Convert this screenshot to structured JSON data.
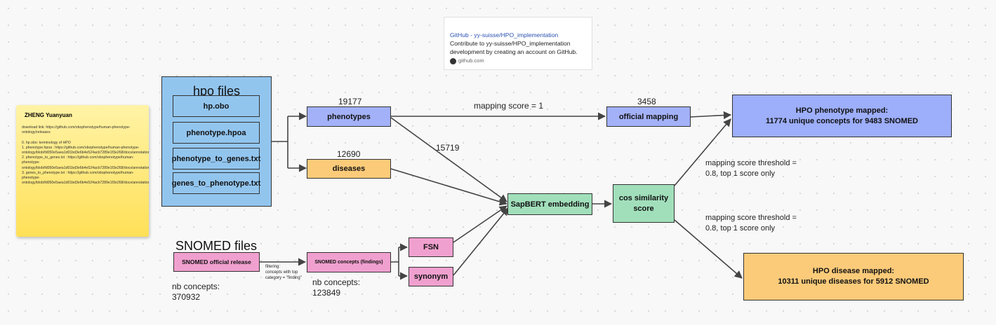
{
  "note": {
    "title": "ZHENG Yuanyuan",
    "text": "download link: https://github.com/obophenotype/human-phenotype-ontology/releases\n\n0. hp.obo: terminology of HPO\n1. phenotype.hpoa : https://github.com/obophenotype/human-phenotype-ontology/blob/fd050e5aea1d01bd3e6b4e524acb7289e1f3e268/docs/annotations/genes_to_phenotype.md\n2. phenotype_to_genes.txt : https://github.com/obophenotype/human-phenotype-ontology/blob/fd050e5aea1d01bd3e6b4e524acb7289e1f3e268/docs/annotations/phenotype_to_genes.md\n3. genes_to_phenotype.txt : https://github.com/obophenotype/human-phenotype-ontology/blob/fd050e5aea1d01bd3e6b4e524acb7289e1f3e268/docs/annotations/genes_to_phenotype.md"
  },
  "link_card": {
    "title": "GitHub - yy-suisse/HPO_implementation",
    "description": "Contribute to yy-suisse/HPO_implementation development by creating an account on GitHub.",
    "source": "github.com"
  },
  "hpo": {
    "title": "hpo files",
    "files": [
      "hp.obo",
      "phenotype.hpoa",
      "phenotype_to_genes.txt",
      "genes_to_phenotype.txt"
    ]
  },
  "nodes": {
    "phenotypes": "phenotypes",
    "diseases": "diseases",
    "official_mapping": "official mapping",
    "sapbert": "SapBERT embedding",
    "cos_similarity": "cos similarity score",
    "fsn": "FSN",
    "synonym": "synonym",
    "snomed_release": "SNOMED official release",
    "snomed_concepts": "SNOMED concepts (findings)",
    "result_phenotype_l1": "HPO phenotype mapped:",
    "result_phenotype_l2": "11774 unique concepts for 9483 SNOMED",
    "result_disease_l1": "HPO disease mapped:",
    "result_disease_l2": "10311 unique diseases for 5912 SNOMED"
  },
  "labels": {
    "phenotypes_count": "19177",
    "diseases_count": "12690",
    "official_count": "3458",
    "to_sapbert_count": "15719",
    "mapping_score": "mapping score = 1",
    "threshold_top_l1": "mapping score threshold =",
    "threshold_top_l2": "0.8, top 1 score only",
    "threshold_bottom_l1": "mapping score threshold =",
    "threshold_bottom_l2": "0.8, top 1 score only",
    "snomed_title": "SNOMED files",
    "nb_concepts_1_l1": "nb concepts:",
    "nb_concepts_1_l2": "370932",
    "nb_concepts_2_l1": "nb concepts:",
    "nb_concepts_2_l2": "123849",
    "filtering_l1": "filtering:",
    "filtering_l2": "concepts with top",
    "filtering_l3": "category = \"finding\""
  },
  "colors": {
    "hpo_blue": "#92c5ee",
    "phenotype_purple": "#a3b1f8",
    "disease_orange": "#fbcb7a",
    "embedding_green": "#a1dfbb",
    "snomed_pink": "#f0a0cf",
    "result_blue": "#9daefa",
    "result_orange": "#fbcb7a"
  }
}
